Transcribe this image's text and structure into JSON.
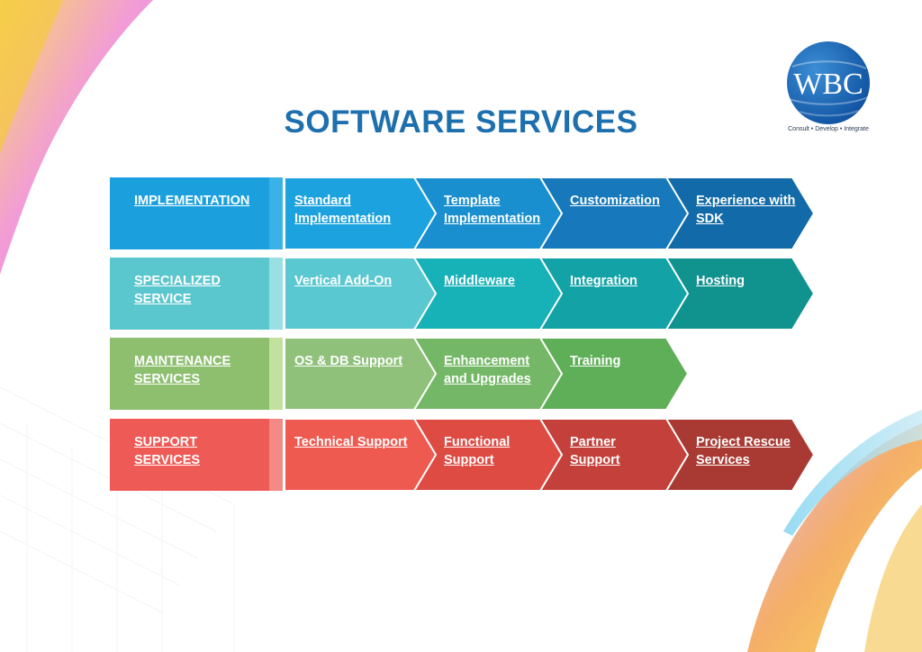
{
  "title": "SOFTWARE SERVICES",
  "logo": {
    "text": "WBC",
    "tagline": "Consult • Develop • Integrate"
  },
  "rows": [
    {
      "category": [
        "IMPLEMENTATION"
      ],
      "color_cat": "#1ba0dd",
      "color_divider": "#3ab2e8",
      "steps": [
        {
          "lines": [
            "Standard",
            "Implementation"
          ],
          "color": "#1ca2df"
        },
        {
          "lines": [
            "Template",
            "Implementation"
          ],
          "color": "#1a8fcf"
        },
        {
          "lines": [
            "Customization"
          ],
          "color": "#1779bb"
        },
        {
          "lines": [
            "Experience with",
            "SDK"
          ],
          "color": "#126aa8"
        }
      ]
    },
    {
      "category": [
        "SPECIALIZED",
        "SERVICE"
      ],
      "color_cat": "#5ac6ce",
      "color_divider": "#9adfe2",
      "steps": [
        {
          "lines": [
            "Vertical Add-On"
          ],
          "color": "#5ac8d1"
        },
        {
          "lines": [
            "Middleware"
          ],
          "color": "#17b1b8"
        },
        {
          "lines": [
            "Integration"
          ],
          "color": "#13a3a6"
        },
        {
          "lines": [
            "Hosting"
          ],
          "color": "#10928e"
        }
      ]
    },
    {
      "category": [
        "MAINTENANCE",
        "SERVICES"
      ],
      "color_cat": "#8dbf6f",
      "color_divider": "#c2e09e",
      "steps": [
        {
          "lines": [
            "OS & DB Support"
          ],
          "color": "#8fc17a"
        },
        {
          "lines": [
            "Enhancement",
            "and Upgrades"
          ],
          "color": "#74b766"
        },
        {
          "lines": [
            "Training"
          ],
          "color": "#5fae58"
        }
      ]
    },
    {
      "category": [
        "SUPPORT",
        "SERVICES"
      ],
      "color_cat": "#ee5a55",
      "color_divider": "#f38a86",
      "steps": [
        {
          "lines": [
            "Technical Support"
          ],
          "color": "#ef5a50"
        },
        {
          "lines": [
            "Functional",
            "Support"
          ],
          "color": "#dd4b43"
        },
        {
          "lines": [
            "Partner",
            "Support"
          ],
          "color": "#c4403a"
        },
        {
          "lines": [
            "Project Rescue",
            "Services"
          ],
          "color": "#a93a33"
        }
      ]
    }
  ]
}
